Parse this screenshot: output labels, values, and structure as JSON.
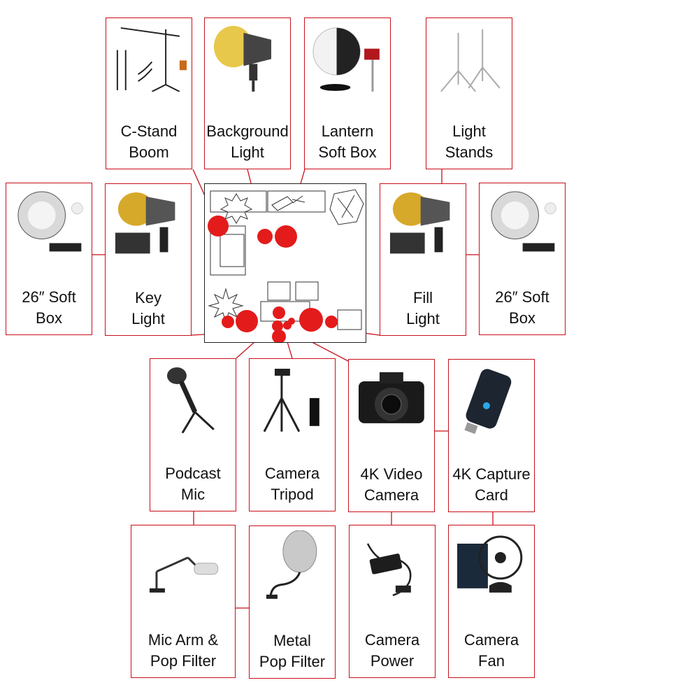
{
  "accent_color": "#e41b1b",
  "line_color": "#c8101b",
  "cards": [
    {
      "id": "c-stand-boom",
      "line1": "C-Stand",
      "line2": "Boom",
      "icon": "c-stand-icon"
    },
    {
      "id": "background-light",
      "line1": "Background",
      "line2": "Light",
      "icon": "studio-light-icon"
    },
    {
      "id": "lantern-soft-box",
      "line1": "Lantern",
      "line2": "Soft Box",
      "icon": "lantern-softbox-icon"
    },
    {
      "id": "light-stands",
      "line1": "Light",
      "line2": "Stands",
      "icon": "tripod-stand-icon"
    },
    {
      "id": "soft-box-left",
      "line1": "26″ Soft",
      "line2": "Box",
      "icon": "parabolic-softbox-icon"
    },
    {
      "id": "key-light",
      "line1": "Key",
      "line2": "Light",
      "icon": "studio-light-icon"
    },
    {
      "id": "fill-light",
      "line1": "Fill",
      "line2": "Light",
      "icon": "studio-light-icon"
    },
    {
      "id": "soft-box-right",
      "line1": "26″ Soft",
      "line2": "Box",
      "icon": "parabolic-softbox-icon"
    },
    {
      "id": "podcast-mic",
      "line1": "Podcast",
      "line2": "Mic",
      "icon": "microphone-icon"
    },
    {
      "id": "camera-tripod",
      "line1": "Camera",
      "line2": "Tripod",
      "icon": "camera-tripod-icon"
    },
    {
      "id": "4k-video-camera",
      "line1": "4K Video",
      "line2": "Camera",
      "icon": "camera-icon"
    },
    {
      "id": "4k-capture-card",
      "line1": "4K Capture",
      "line2": "Card",
      "icon": "capture-card-icon"
    },
    {
      "id": "mic-arm-pop-filter",
      "line1": "Mic Arm &",
      "line2": "Pop Filter",
      "icon": "mic-arm-icon"
    },
    {
      "id": "metal-pop-filter",
      "line1": "Metal",
      "line2": "Pop Filter",
      "icon": "pop-filter-icon"
    },
    {
      "id": "camera-power",
      "line1": "Camera",
      "line2": "Power",
      "icon": "power-adapter-icon"
    },
    {
      "id": "camera-fan",
      "line1": "Camera",
      "line2": "Fan",
      "icon": "clip-fan-icon"
    }
  ]
}
